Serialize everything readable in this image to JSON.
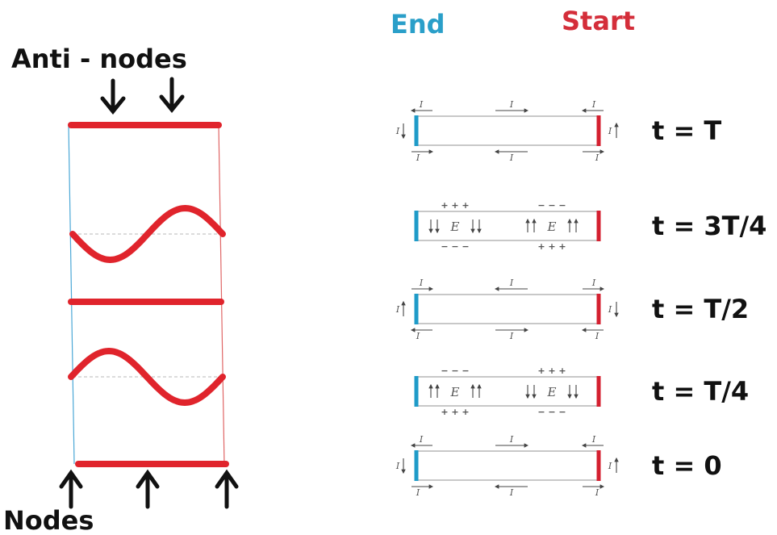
{
  "labels": {
    "antinodes": "Anti - nodes",
    "nodes": "Nodes",
    "end": "End",
    "start": "Start"
  },
  "colors": {
    "wave": "#e0242c",
    "end_plate": "#1f9bc8",
    "start_plate": "#d42030",
    "end_text": "#2a9fc9",
    "start_text": "#d42e3a",
    "guide_left": "#4aa7d6",
    "guide_right": "#e06666",
    "baseline": "#c8c8c8",
    "text": "#111111",
    "annotation": "#555555"
  },
  "wave_states": [
    {
      "kind": "flat"
    },
    {
      "kind": "sine",
      "phase": "trough-first"
    },
    {
      "kind": "flat"
    },
    {
      "kind": "sine",
      "phase": "crest-first"
    },
    {
      "kind": "flat"
    }
  ],
  "states": [
    {
      "label": "t = T",
      "kind": "current",
      "edge_current": "I",
      "field": "",
      "charges_top": "",
      "charges_bottom": ""
    },
    {
      "label": "t = 3T/4",
      "kind": "charge",
      "edge_current": "",
      "field": "E",
      "charges_top": "+ + +",
      "charges_bottom": "− − −"
    },
    {
      "label": "t = T/2",
      "kind": "current",
      "edge_current": "I",
      "field": "",
      "charges_top": "",
      "charges_bottom": ""
    },
    {
      "label": "t = T/4",
      "kind": "charge",
      "edge_current": "",
      "field": "E",
      "charges_top": "− − −",
      "charges_bottom": "+ + +"
    },
    {
      "label": "t = 0",
      "kind": "current",
      "edge_current": "I",
      "field": "",
      "charges_top": "",
      "charges_bottom": ""
    }
  ]
}
